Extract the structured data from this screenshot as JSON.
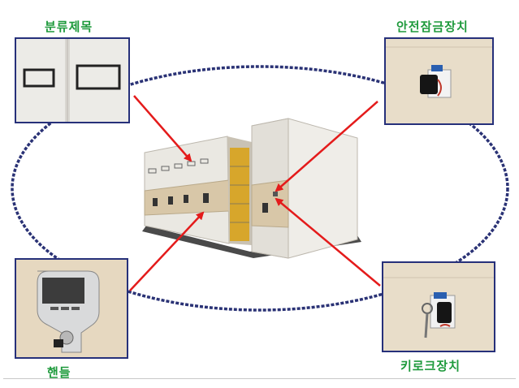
{
  "callouts": {
    "category_title": "분류제목",
    "safety_lock": "안전잠금장치",
    "handle": "핸들",
    "key_lock": "키로크장치"
  },
  "colors": {
    "label": "#1e9a3c",
    "frame": "#26307a",
    "ellipse": "#2a3275",
    "arrow": "#e41b1b"
  },
  "icons": {
    "category_title": "label-holder",
    "safety_lock": "safety-lock-knob",
    "handle": "rotary-handle",
    "key_lock": "key-lock"
  }
}
